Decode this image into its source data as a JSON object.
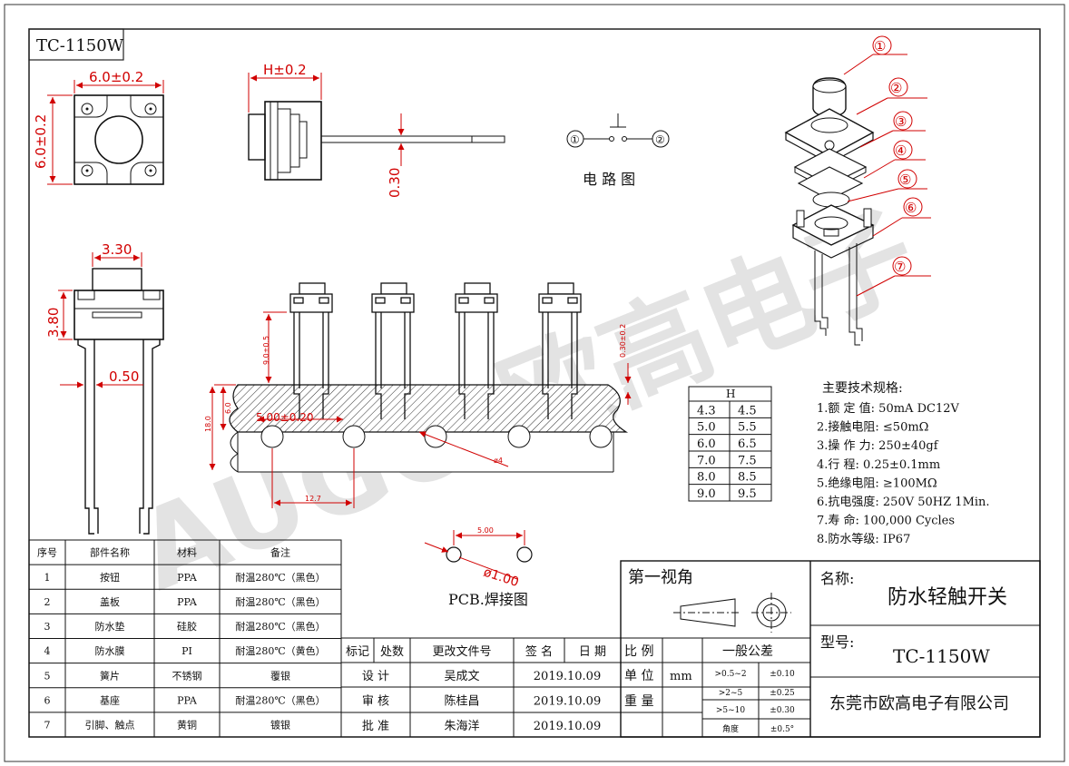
{
  "title_code": "TC-1150W",
  "dims": {
    "top_width": "6.0±0.2",
    "top_height": "6.0±0.2",
    "side_h": "H±0.2",
    "side_lead": "0.30",
    "front_width": "3.30",
    "front_height": "3.80",
    "front_lead": "0.50",
    "pcb_side": "0.30±0.2",
    "pcb_h1": "9.0±0.5",
    "pcb_thick": "6.0",
    "pcb_total": "18.0",
    "pcb_pitch_label": "5.00±0.20",
    "pcb_pitch": "12.7",
    "pcb_hole": "ø4",
    "hole_pitch": "5.00",
    "hole_dia": "ø1.00"
  },
  "circuit": {
    "title": "电 路 图",
    "n1": "①",
    "n2": "②"
  },
  "pcb_label": "PCB.焊接图",
  "callouts": [
    "①",
    "②",
    "③",
    "④",
    "⑤",
    "⑥",
    "⑦"
  ],
  "watermark": "AUGO 欧高电子",
  "h_table": {
    "header": "H",
    "rows": [
      [
        "4.3",
        "4.5"
      ],
      [
        "5.0",
        "5.5"
      ],
      [
        "6.0",
        "6.5"
      ],
      [
        "7.0",
        "7.5"
      ],
      [
        "8.0",
        "8.5"
      ],
      [
        "9.0",
        "9.5"
      ]
    ]
  },
  "specs": {
    "title": "主要技术规格:",
    "items": [
      "1.额 定 值: 50mA DC12V",
      "2.接触电阻: ≤50mΩ",
      "3.操 作 力: 250±40gf",
      "4.行      程: 0.25±0.1mm",
      "5.绝缘电阻: ≥100MΩ",
      "6.抗电强度: 250V 50HZ 1Min.",
      "7.寿      命: 100,000 Cycles",
      "8.防水等级: IP67"
    ]
  },
  "bom": {
    "headers": [
      "序号",
      "部件名称",
      "材料",
      "备注"
    ],
    "rows": [
      [
        "1",
        "按钮",
        "PPA",
        "耐温280℃（黑色）"
      ],
      [
        "2",
        "盖板",
        "PPA",
        "耐温280℃（黑色）"
      ],
      [
        "3",
        "防水垫",
        "硅胶",
        "耐温280℃（黑色）"
      ],
      [
        "4",
        "防水膜",
        "PI",
        "耐温280℃（黄色）"
      ],
      [
        "5",
        "簧片",
        "不锈钢",
        "覆银"
      ],
      [
        "6",
        "基座",
        "PPA",
        "耐温280℃（黑色）"
      ],
      [
        "7",
        "引脚、触点",
        "黄铜",
        "镀银"
      ]
    ]
  },
  "revision": {
    "headers": [
      "标记",
      "处数",
      "更改文件号",
      "签 名",
      "日 期"
    ],
    "rows": [
      [
        "设  计",
        "吴成文",
        "2019.10.09"
      ],
      [
        "审  核",
        "陈桂昌",
        "2019.10.09"
      ],
      [
        "批  准",
        "朱海洋",
        "2019.10.09"
      ]
    ]
  },
  "projection": {
    "label": "第一视角"
  },
  "props": {
    "ratio": "比 例",
    "unit": "单 位",
    "unit_val": "mm",
    "weight": "重 量"
  },
  "tolerance": {
    "title": "一般公差",
    "rows": [
      [
        ">0.5~2",
        "±0.10"
      ],
      [
        ">2~5",
        "±0.25"
      ],
      [
        ">5~10",
        "±0.30"
      ],
      [
        "角度",
        "±0.5°"
      ]
    ]
  },
  "name_block": {
    "label": "名称:",
    "value": "防水轻触开关"
  },
  "model_block": {
    "label": "型号:",
    "value": "TC-1150W"
  },
  "company": "东莞市欧高电子有限公司"
}
